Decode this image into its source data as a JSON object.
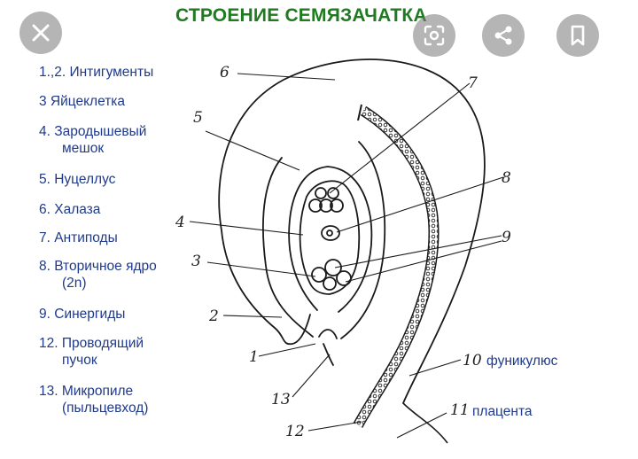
{
  "title": "СТРОЕНИЕ СЕМЯЗАЧАТКА",
  "legend": [
    {
      "line1": "1.,2. Интигументы",
      "line2": ""
    },
    {
      "line1": "3 Яйцеклетка",
      "line2": ""
    },
    {
      "line1": "4. Зародышевый",
      "line2": "мешок"
    },
    {
      "line1": "5. Нуцеллус",
      "line2": ""
    },
    {
      "line1": "6. Халаза",
      "line2": ""
    },
    {
      "line1": "7. Антиподы",
      "line2": ""
    },
    {
      "line1": "8. Вторичное ядро",
      "line2": "(2n)"
    },
    {
      "line1": "9. Синергиды",
      "line2": ""
    },
    {
      "line1": "12. Проводящий",
      "line2": "пучок"
    },
    {
      "line1": "13. Микропиле",
      "line2": "(пыльцевход)"
    }
  ],
  "diagram": {
    "numbers": {
      "n1": "1",
      "n2": "2",
      "n3": "3",
      "n4": "4",
      "n5": "5",
      "n6": "6",
      "n7": "7",
      "n8": "8",
      "n9": "9",
      "n10": "10",
      "n11": "11",
      "n12": "12",
      "n13": "13"
    },
    "side_labels": {
      "funiculus": "фуникулюс",
      "placenta": "плацента"
    }
  },
  "toolbar": {
    "close_icon": "close-icon",
    "lens_icon": "visual-search-icon",
    "share_icon": "share-icon",
    "bookmark_icon": "bookmark-icon"
  }
}
